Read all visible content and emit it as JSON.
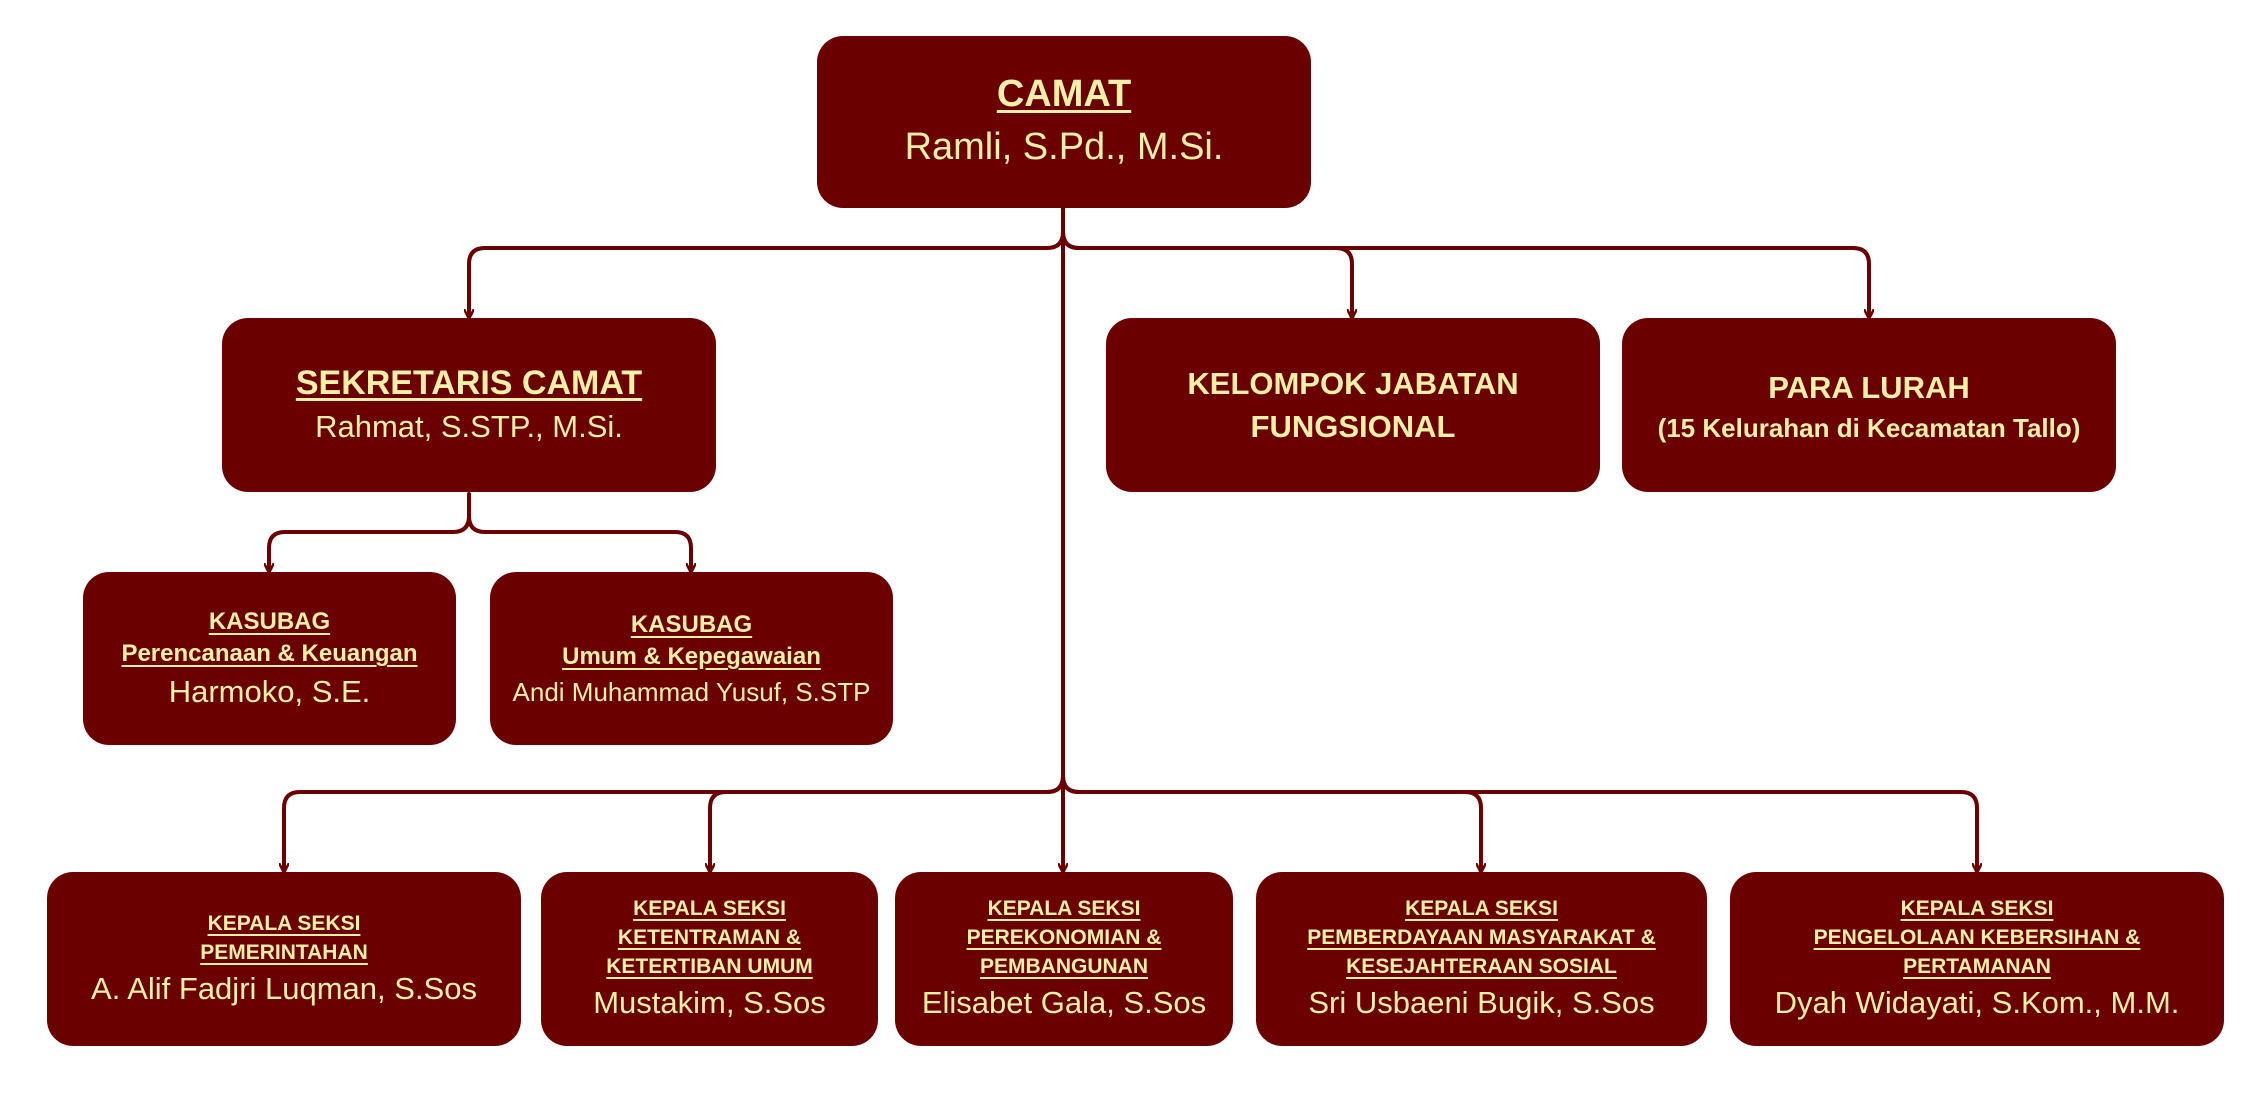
{
  "colors": {
    "box_fill": "#6b0000",
    "text": "#f8f0a8",
    "connector": "#6b0000",
    "background": "#ffffff"
  },
  "camat": {
    "title": "CAMAT",
    "name": "Ramli, S.Pd., M.Si."
  },
  "sekretaris": {
    "title": "SEKRETARIS CAMAT",
    "name": "Rahmat, S.STP., M.Si."
  },
  "fungsional": {
    "title_line1": "KELOMPOK JABATAN",
    "title_line2": "FUNGSIONAL"
  },
  "lurah": {
    "title": "PARA LURAH",
    "subtitle": "(15 Kelurahan di Kecamatan Tallo)"
  },
  "kasubag_perencanaan": {
    "title_line1": "KASUBAG",
    "title_line2": "Perencanaan & Keuangan",
    "name": "Harmoko, S.E."
  },
  "kasubag_umum": {
    "title_line1": "KASUBAG",
    "title_line2": "Umum & Kepegawaian",
    "name": "Andi Muhammad Yusuf, S.STP"
  },
  "seksi_pemerintahan": {
    "title_line1": "KEPALA SEKSI",
    "title_line2": "PEMERINTAHAN",
    "name": "A. Alif Fadjri Luqman, S.Sos"
  },
  "seksi_ketentraman": {
    "title_line1": "KEPALA SEKSI",
    "title_line2": "KETENTRAMAN &",
    "title_line3": "KETERTIBAN UMUM",
    "name": "Mustakim, S.Sos"
  },
  "seksi_perekonomian": {
    "title_line1": "KEPALA SEKSI",
    "title_line2": "PEREKONOMIAN &",
    "title_line3": "PEMBANGUNAN",
    "name": "Elisabet Gala, S.Sos"
  },
  "seksi_pemberdayaan": {
    "title_line1": "KEPALA SEKSI",
    "title_line2": "PEMBERDAYAAN MASYARAKAT &",
    "title_line3": "KESEJAHTERAAN SOSIAL",
    "name": "Sri Usbaeni Bugik, S.Sos"
  },
  "seksi_kebersihan": {
    "title_line1": "KEPALA SEKSI",
    "title_line2": "PENGELOLAAN KEBERSIHAN & PERTAMANAN",
    "name": "Dyah Widayati, S.Kom., M.M."
  }
}
